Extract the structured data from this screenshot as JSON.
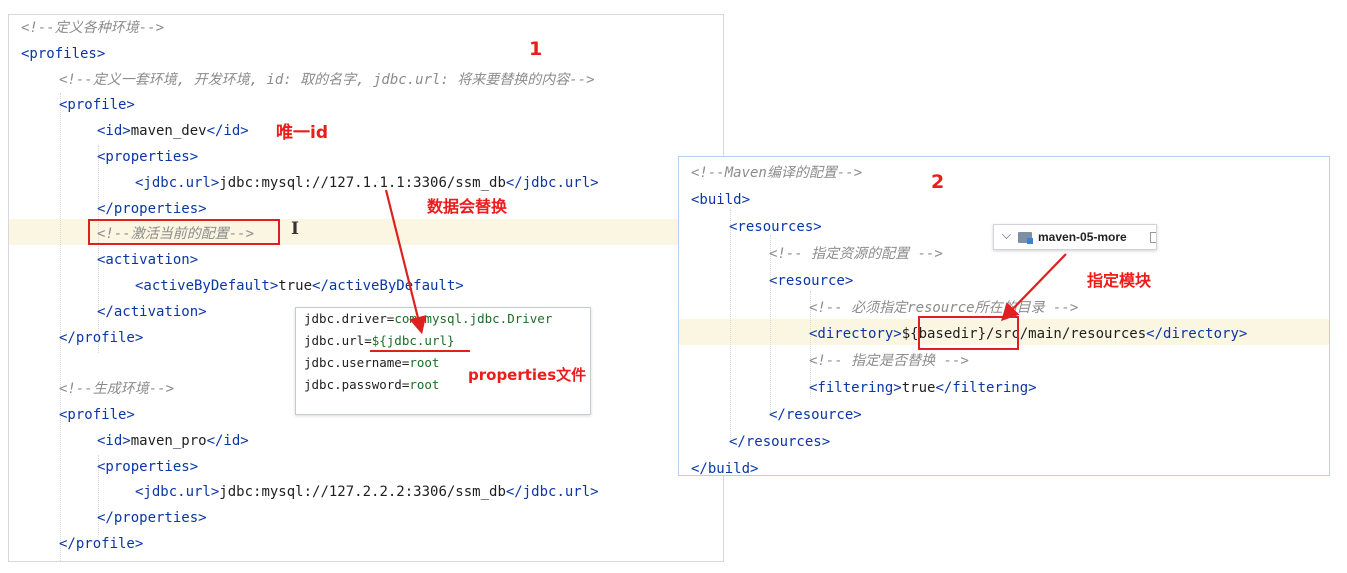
{
  "left_editor": {
    "lines": [
      {
        "parts": [
          [
            "cmt",
            "<!--定义各种环境-->"
          ]
        ]
      },
      {
        "parts": [
          [
            "tag",
            "<profiles>"
          ]
        ]
      },
      {
        "parts": [
          [
            "cmt",
            "<!--定义一套环境, 开发环境, id: 取的名字, jdbc.url: 将来要替换的内容-->"
          ]
        ]
      },
      {
        "parts": [
          [
            "tag",
            "<profile>"
          ]
        ]
      },
      {
        "parts": [
          [
            "tag",
            "<id>"
          ],
          [
            "txt",
            "maven_dev"
          ],
          [
            "tag",
            "</id>"
          ]
        ]
      },
      {
        "parts": [
          [
            "tag",
            "<properties>"
          ]
        ]
      },
      {
        "parts": [
          [
            "tag",
            "<jdbc.url>"
          ],
          [
            "txt",
            "jdbc:mysql://127.1.1.1:3306/ssm_db"
          ],
          [
            "tag",
            "</jdbc.url>"
          ]
        ]
      },
      {
        "parts": [
          [
            "tag",
            "</properties>"
          ]
        ]
      },
      {
        "parts": [
          [
            "cmt",
            "<!--激活当前的配置-->"
          ]
        ]
      },
      {
        "parts": [
          [
            "tag",
            "<activation>"
          ]
        ]
      },
      {
        "parts": [
          [
            "tag",
            "<activeByDefault>"
          ],
          [
            "txt",
            "true"
          ],
          [
            "tag",
            "</activeByDefault>"
          ]
        ]
      },
      {
        "parts": [
          [
            "tag",
            "</activation>"
          ]
        ]
      },
      {
        "parts": [
          [
            "tag",
            "</profile>"
          ]
        ]
      },
      {
        "parts": []
      },
      {
        "parts": [
          [
            "cmt",
            "<!--生成环境-->"
          ]
        ]
      },
      {
        "parts": [
          [
            "tag",
            "<profile>"
          ]
        ]
      },
      {
        "parts": [
          [
            "tag",
            "<id>"
          ],
          [
            "txt",
            "maven_pro"
          ],
          [
            "tag",
            "</id>"
          ]
        ]
      },
      {
        "parts": [
          [
            "tag",
            "<properties>"
          ]
        ]
      },
      {
        "parts": [
          [
            "tag",
            "<jdbc.url>"
          ],
          [
            "txt",
            "jdbc:mysql://127.2.2.2:3306/ssm_db"
          ],
          [
            "tag",
            "</jdbc.url>"
          ]
        ]
      },
      {
        "parts": [
          [
            "tag",
            "</properties>"
          ]
        ]
      },
      {
        "parts": [
          [
            "tag",
            "</profile>"
          ]
        ]
      }
    ]
  },
  "right_editor": {
    "lines": [
      {
        "parts": [
          [
            "cmt",
            "<!--Maven编译的配置-->"
          ]
        ]
      },
      {
        "parts": [
          [
            "tag",
            "<build>"
          ]
        ]
      },
      {
        "parts": [
          [
            "tag",
            "<resources>"
          ]
        ]
      },
      {
        "parts": [
          [
            "cmt",
            "<!-- 指定资源的配置 -->"
          ]
        ]
      },
      {
        "parts": [
          [
            "tag",
            "<resource>"
          ]
        ]
      },
      {
        "parts": [
          [
            "cmt",
            "<!-- 必须指定resource所在的目录 -->"
          ]
        ]
      },
      {
        "parts": [
          [
            "tag",
            "<directory>"
          ],
          [
            "txt",
            "${basedir}/src/main/resources"
          ],
          [
            "tag",
            "</directory>"
          ]
        ]
      },
      {
        "parts": [
          [
            "cmt",
            "<!-- 指定是否替换 -->"
          ]
        ]
      },
      {
        "parts": [
          [
            "tag",
            "<filtering>"
          ],
          [
            "txt",
            "true"
          ],
          [
            "tag",
            "</filtering>"
          ]
        ]
      },
      {
        "parts": [
          [
            "tag",
            "</resource>"
          ]
        ]
      },
      {
        "parts": [
          [
            "tag",
            "</resources>"
          ]
        ]
      },
      {
        "parts": [
          [
            "tag",
            "</build>"
          ]
        ]
      }
    ]
  },
  "properties_popup": {
    "lines": [
      {
        "key": "jdbc.driver=",
        "value": "com.mysql.jdbc.Driver"
      },
      {
        "key": "jdbc.url=",
        "value": "${jdbc.url}"
      },
      {
        "key": "jdbc.username=",
        "value": "root"
      },
      {
        "key": "jdbc.password=",
        "value": "root"
      }
    ]
  },
  "project_tree_item": {
    "label": "maven-05-more"
  },
  "annotations": {
    "num1": "1",
    "num2": "2",
    "unique_id": "唯一id",
    "data_replace": "数据会替换",
    "properties_file": "properties文件",
    "specify_module": "指定模块"
  },
  "text_cursor": "I",
  "colors": {
    "annotation": "#ee1b1b",
    "tag": "#0b36a5",
    "comment": "#8c8c8c",
    "value": "#1a6e26",
    "highlight_line": "#faf6e2"
  }
}
